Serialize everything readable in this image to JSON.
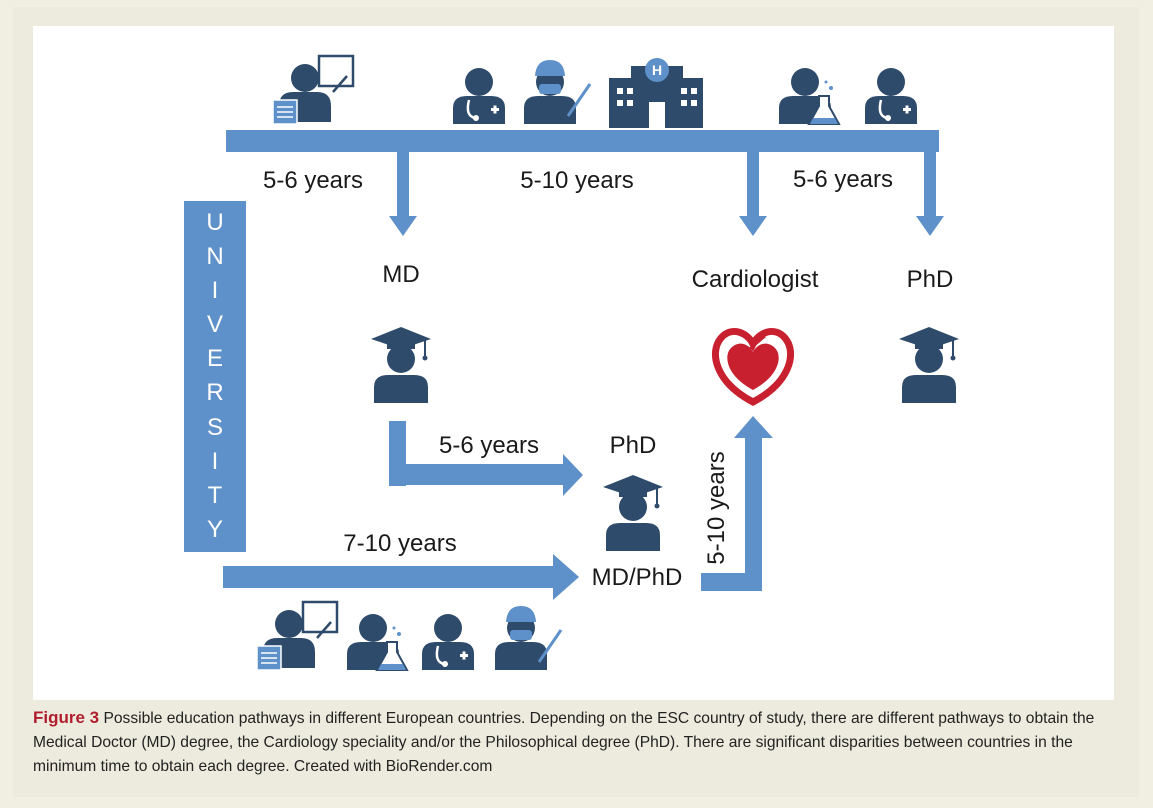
{
  "labels": {
    "top_left_duration": "5-6 years",
    "top_mid_duration": "5-10 years",
    "top_right_duration": "5-6 years",
    "md": "MD",
    "cardiologist": "Cardiologist",
    "phd_right": "PhD",
    "md_to_phd_duration": "5-6 years",
    "phd_center": "PhD",
    "md_phd": "MD/PhD",
    "bottom_duration": "7-10 years",
    "vertical_duration": "5-10 years",
    "university_letters": [
      "U",
      "N",
      "I",
      "V",
      "E",
      "R",
      "S",
      "I",
      "T",
      "Y"
    ]
  },
  "icons": {
    "top_left": [
      "teacher-student-icon"
    ],
    "top_mid": [
      "doctor-icon",
      "surgeon-icon",
      "hospital-icon"
    ],
    "top_right": [
      "scientist-icon",
      "doctor-icon"
    ],
    "bottom": [
      "teacher-student-icon",
      "scientist-icon",
      "doctor-icon",
      "surgeon-icon"
    ],
    "graduates": [
      "graduate-icon"
    ],
    "specialty": "heart-logo-icon"
  },
  "caption": {
    "figure_label": "Figure 3",
    "text": " Possible education pathways in different European countries. Depending on the ESC country of study, there are different pathways to obtain the Medical Doctor (MD) degree, the Cardiology speciality and/or the Philosophical degree (PhD). There are significant disparities between countries in the minimum time to obtain each degree. Created with BioRender.com"
  },
  "colors": {
    "arrow_blue": "#5e91c9",
    "icon_navy": "#2f4b6b",
    "heart_red": "#c8202f",
    "caption_red": "#b01e2e",
    "background": "#f1efe2"
  }
}
